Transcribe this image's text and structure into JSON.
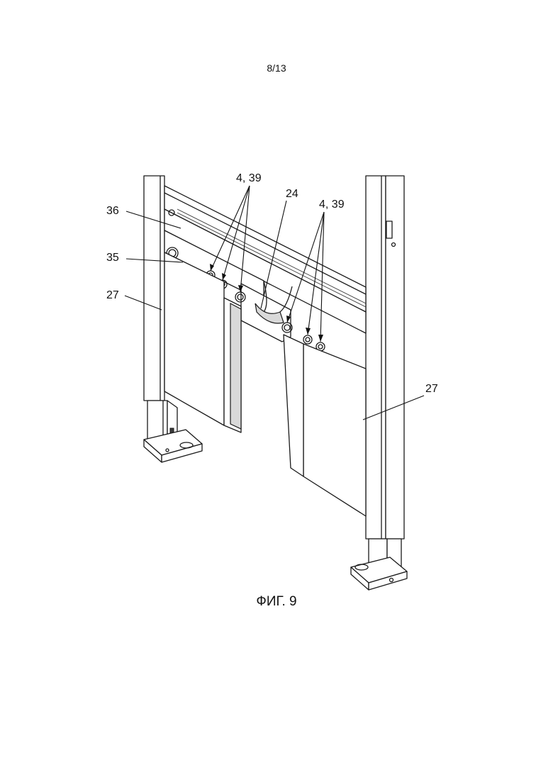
{
  "page": {
    "number": "8/13",
    "figure_caption": "ФИГ. 9"
  },
  "labels": {
    "l36": "36",
    "l35": "35",
    "l27_left": "27",
    "l27_right": "27",
    "l24": "24",
    "l4_39_left": "4, 39",
    "l4_39_right": "4, 39"
  }
}
